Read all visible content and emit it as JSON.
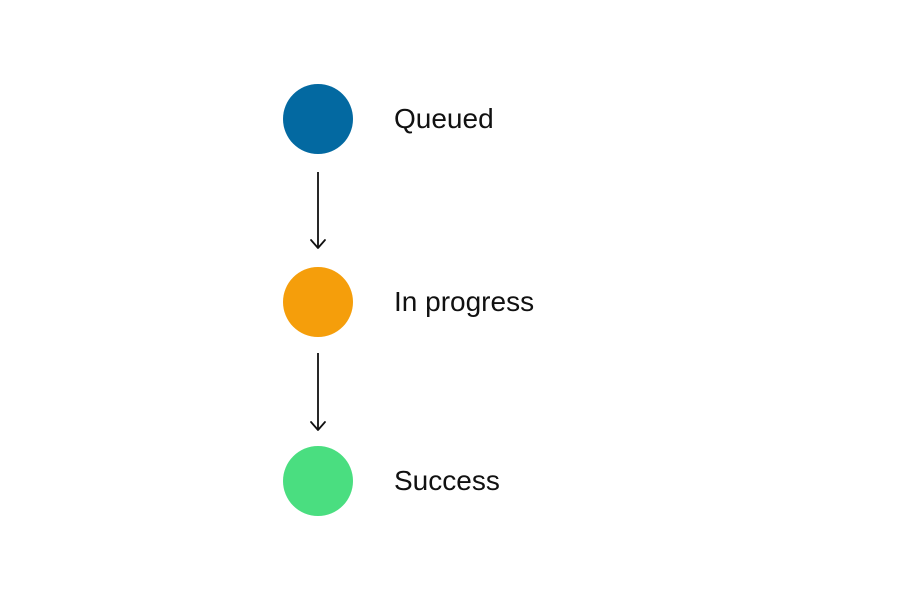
{
  "states": [
    {
      "label": "Queued",
      "color": "#0369a1"
    },
    {
      "label": "In progress",
      "color": "#f59e0b"
    },
    {
      "label": "Success",
      "color": "#4ade80"
    }
  ],
  "arrow_color": "#111111"
}
